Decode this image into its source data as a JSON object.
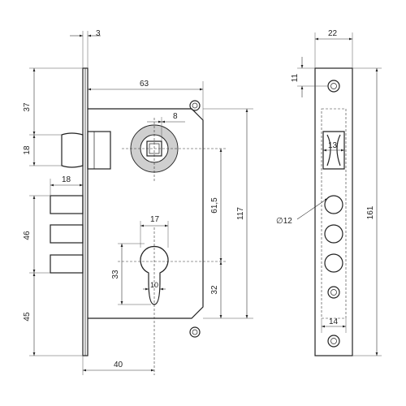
{
  "drawing": {
    "dimensions": {
      "d3": "3",
      "d63": "63",
      "d37": "37",
      "d18_latch": "18",
      "d8": "8",
      "d18_bolt": "18",
      "d46": "46",
      "d45": "45",
      "d117": "117",
      "d61_5": "61,5",
      "d17": "17",
      "d33": "33",
      "d10": "10",
      "d32": "32",
      "d40": "40",
      "d22": "22",
      "d11": "11",
      "d13": "13",
      "d12": "∅12",
      "d161": "161",
      "d14": "14"
    }
  }
}
